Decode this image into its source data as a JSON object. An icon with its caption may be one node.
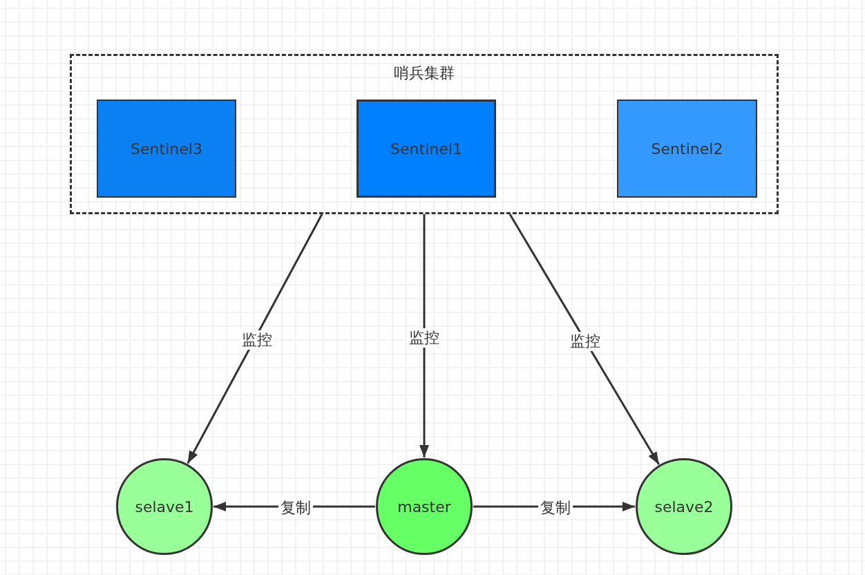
{
  "diagram": {
    "nodes": [
      {
        "text": [
          "哨兵集群"
        ]
      },
      {
        "text": [
          "Sentinel3"
        ],
        "in": 0
      },
      {
        "text": [
          "Sentinel1"
        ],
        "in": 0
      },
      {
        "text": [
          "Sentinel2"
        ],
        "in": 0
      },
      {
        "text": [
          "selave1"
        ]
      },
      {
        "text": [
          "master"
        ]
      },
      {
        "text": [
          "selave2"
        ]
      }
    ],
    "edges": [
      {
        "from": 0,
        "to": 4,
        "arrow": "to",
        "label": "监控"
      },
      {
        "from": 0,
        "to": 5,
        "arrow": "to",
        "label": "监控"
      },
      {
        "from": 0,
        "to": 6,
        "arrow": "to",
        "label": "监控"
      },
      {
        "from": 5,
        "to": 4,
        "arrow": "to",
        "label": "复制"
      },
      {
        "from": 5,
        "to": 6,
        "arrow": "to",
        "label": "复制"
      }
    ]
  }
}
